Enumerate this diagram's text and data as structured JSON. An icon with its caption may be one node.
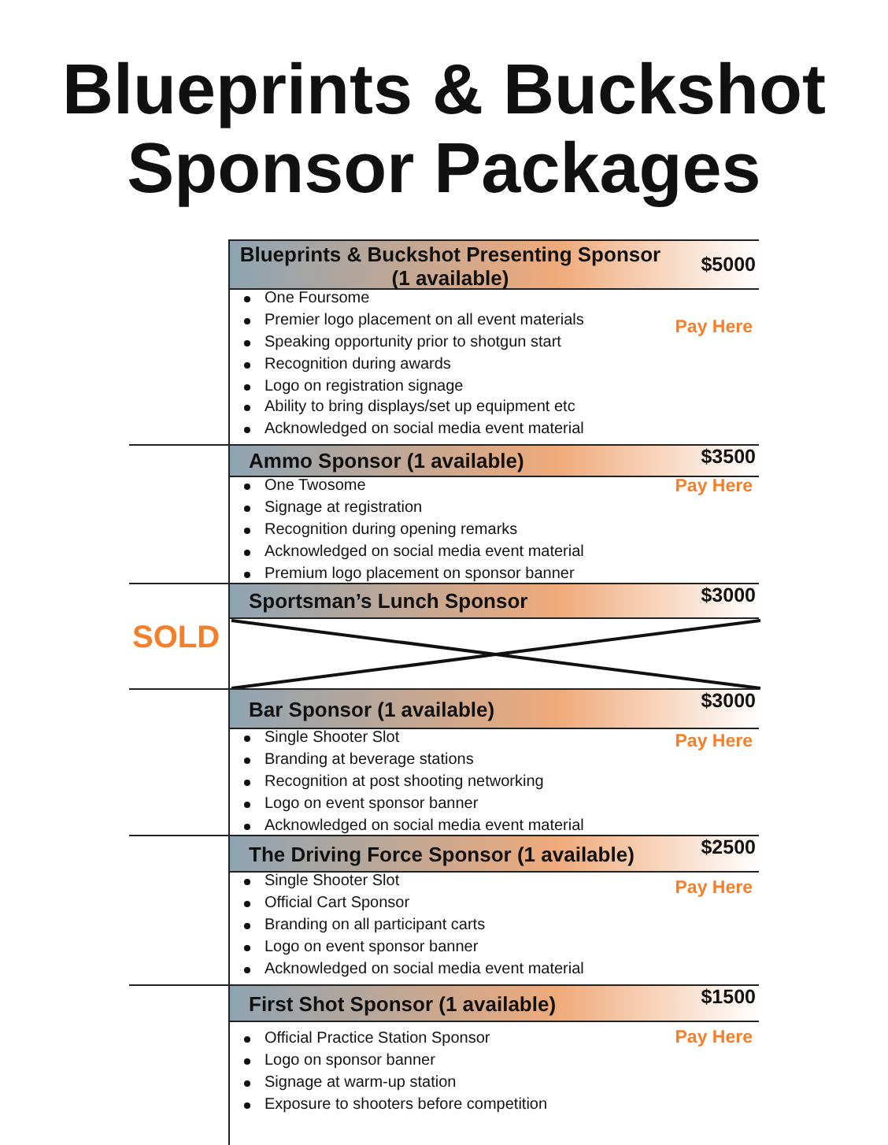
{
  "diagram": {
    "title": "Blueprints & Buckshot Sponsor Packages",
    "nodes": [
      {
        "text": [
          "Blueprints & Buckshot Presenting Sponsor (1 available)",
          "$5000"
        ],
        "beside": [
          "One Foursome",
          "Premier logo placement on all event materials",
          "Speaking opportunity prior to shotgun start",
          "Recognition during awards",
          "Logo on registration signage",
          "Ability to bring displays/set up equipment etc",
          "Acknowledged on social media event material",
          "Pay Here"
        ]
      },
      {
        "text": [
          "Ammo Sponsor (1 available)",
          "$3500"
        ],
        "beside": [
          "One Twosome",
          "Signage at registration",
          "Recognition during opening remarks",
          "Acknowledged on social media event material",
          "Premium logo placement on sponsor banner",
          "Pay Here"
        ]
      },
      {
        "text": [
          "Sportsman’s Lunch Sponsor",
          "$3000"
        ]
      },
      {
        "text": [
          "Bar Sponsor (1 available)",
          "$3000"
        ],
        "beside": [
          "Single Shooter Slot",
          "Branding at beverage stations",
          "Recognition at post shooting networking",
          "Logo on event sponsor banner",
          "Acknowledged on social media event material",
          "Pay Here"
        ]
      },
      {
        "text": [
          "The Driving Force Sponsor (1 available)",
          "$2500"
        ],
        "beside": [
          "Single Shooter Slot",
          "Official Cart Sponsor",
          "Branding on all participant carts",
          "Logo on event sponsor banner",
          "Acknowledged on social media event material",
          "Pay Here"
        ]
      },
      {
        "text": [
          "First Shot Sponsor (1 available)",
          "$1500"
        ],
        "beside": [
          "Official Practice Station Sponsor",
          "Logo on sponsor banner",
          "Signage at warm-up station",
          "Exposure to shooters before competition",
          "Pay Here"
        ]
      }
    ],
    "edges": [],
    "labels": [
      "SOLD"
    ]
  }
}
